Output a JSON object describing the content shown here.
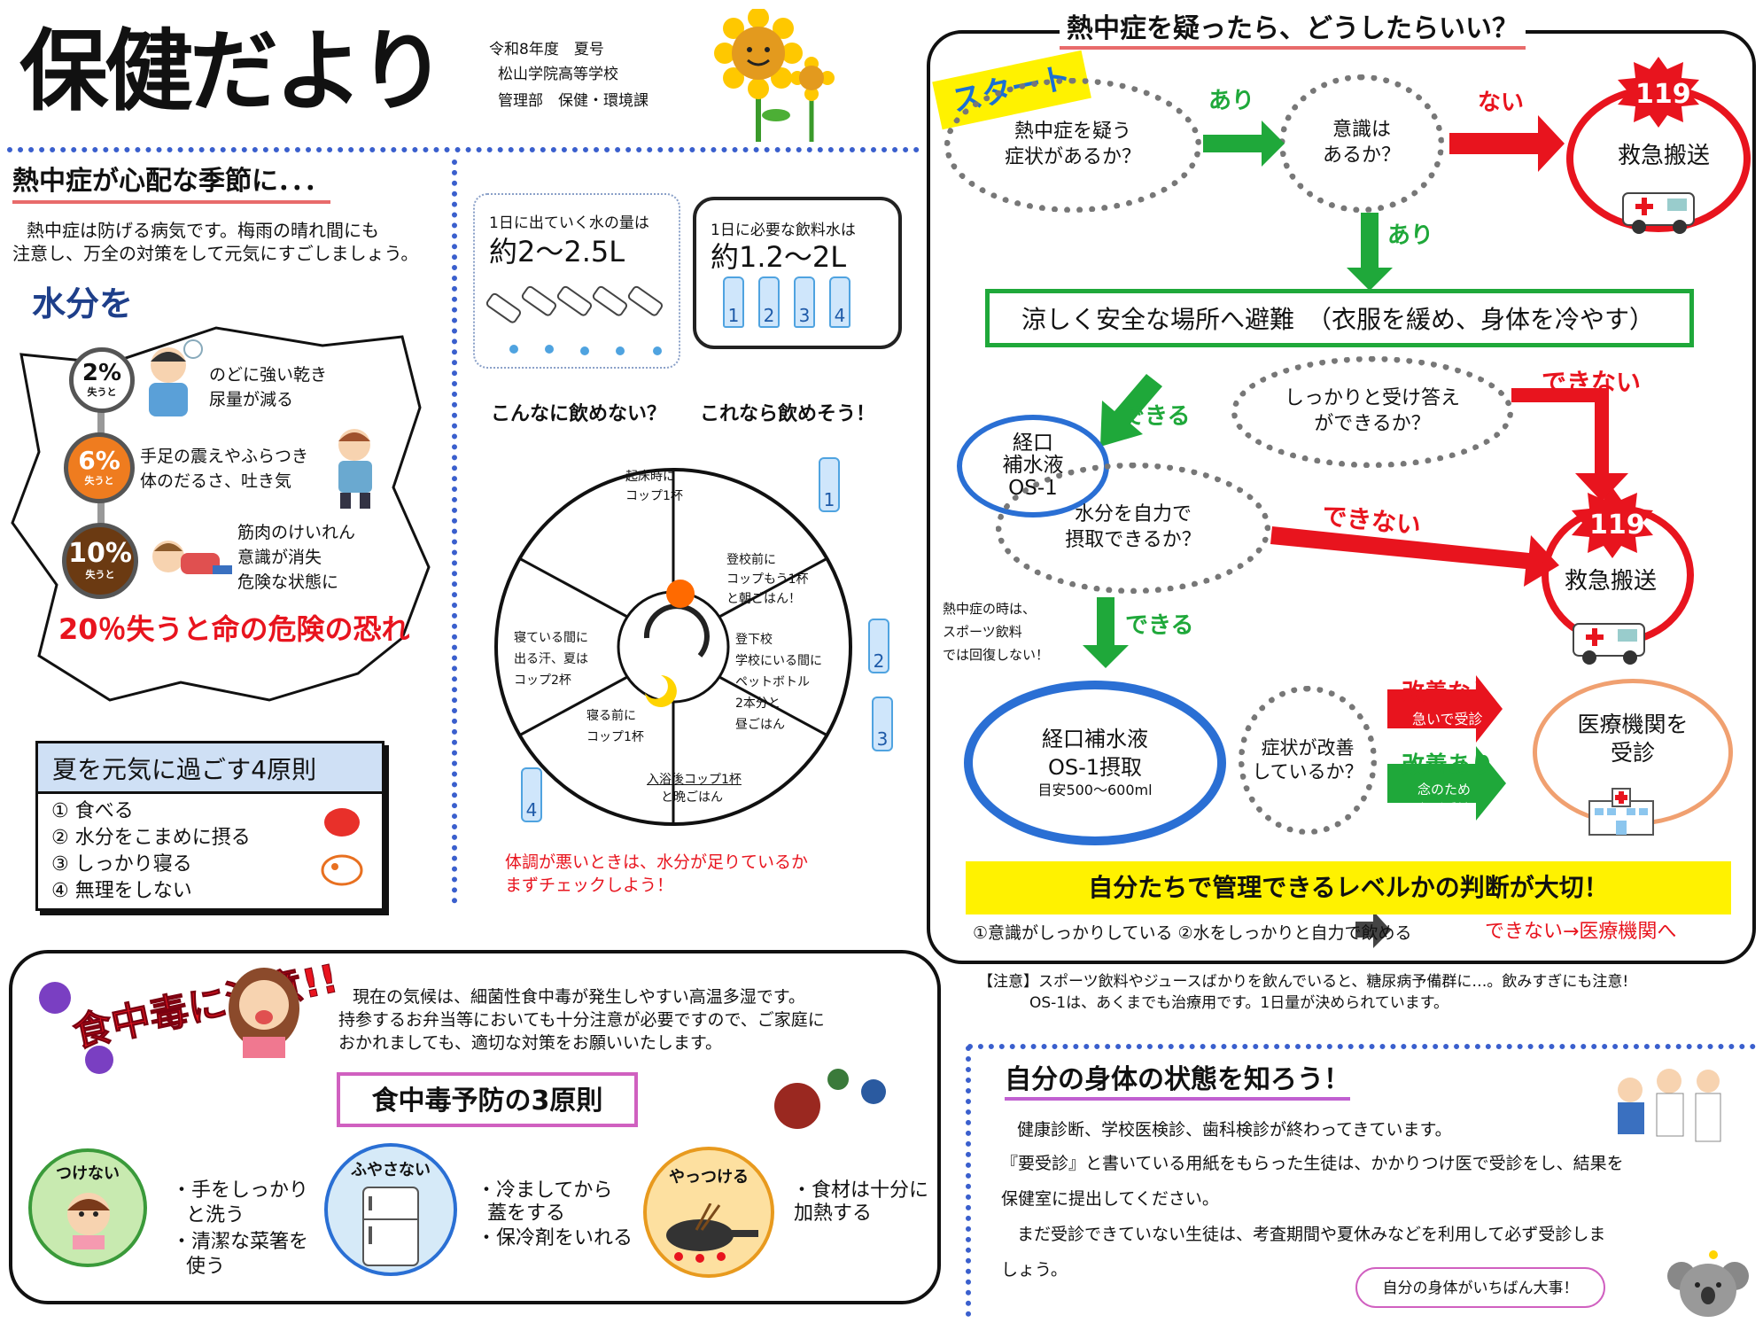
{
  "header": {
    "title": "保健だより",
    "line1": "令和8年度　夏号",
    "line2": "松山学院高等学校",
    "line3": "管理部　保健・環境課"
  },
  "heat": {
    "heading": "熱中症が心配な季節に．．．",
    "intro1": "熱中症は防げる病気です。梅雨の晴れ間にも",
    "intro2": "注意し、万全の対策をして元気にすごしましょう。",
    "water_heading": "水分を",
    "levels": [
      {
        "pct": "2%",
        "lose": "失うと",
        "l1": "のどに強い乾き",
        "l2": "尿量が減る"
      },
      {
        "pct": "6%",
        "lose": "失うと",
        "l1": "手足の震えやふらつき",
        "l2": "体のだるさ、吐き気"
      },
      {
        "pct": "10%",
        "lose": "失うと",
        "l1": "筋肉のけいれん",
        "l2": "意識が消失",
        "l3": "危険な状態に"
      }
    ],
    "danger": "20％失うと命の危険の恐れ",
    "rules_title": "夏を元気に過ごす4原則",
    "rules": [
      "① 食べる",
      "② 水分をこまめに摂る",
      "③ しっかり寝る",
      "④ 無理をしない"
    ]
  },
  "water": {
    "out_label": "1日に出ていく水の量は",
    "out_amount": "約2〜2.5L",
    "need_label": "1日に必要な飲料水は",
    "need_amount": "約1.2〜2L",
    "bottles": [
      "1",
      "2",
      "3",
      "4"
    ],
    "q1": "こんなに飲めない？",
    "q2": "これなら飲めそう！",
    "seg_wake": [
      "起床時に",
      "コップ1杯"
    ],
    "seg_school": [
      "登校前に",
      "コップもう1杯",
      "と朝ごはん！"
    ],
    "seg_leave": [
      "登下校",
      "学校にいる間に",
      "ペットボトル",
      "2本分と",
      "昼ごはん"
    ],
    "seg_bed": [
      "寝る前に",
      "コップ1杯"
    ],
    "seg_sleep": [
      "寝ている間に",
      "出る汗、夏は",
      "コップ2杯"
    ],
    "seg_bath": [
      "入浴後コップ1杯",
      "と晩ごはん"
    ],
    "warn1": "体調が悪いときは、水分が足りているか",
    "warn2": "まずチェックしよう！"
  },
  "flow": {
    "title": "熱中症を疑ったら、どうしたらいい？",
    "start": "スタート",
    "q1": [
      "熱中症を疑う",
      "症状があるか？"
    ],
    "yes1": "あり",
    "q2": [
      "意識は",
      "あるか？"
    ],
    "no1": "ない",
    "num119": "119",
    "transport": "救急搬送",
    "yes2": "あり",
    "evacuate": "涼しく安全な場所へ避難　（衣服を緩め、身体を冷やす）",
    "q3": [
      "しっかりと受け答え",
      "ができるか？"
    ],
    "can": "できる",
    "cannot": "できない",
    "os1": [
      "経口",
      "補水液",
      "OS-1"
    ],
    "q4": [
      "水分を自力で",
      "摂取できるか？"
    ],
    "note": [
      "熱中症の時は、",
      "スポーツ飲料",
      "では回復しない！"
    ],
    "can2": "できる",
    "intake": "経口補水液",
    "intake2": "OS-1摂取",
    "intake3": "目安500〜600ml",
    "q5": [
      "症状が改善",
      "しているか？"
    ],
    "noimp": "改善なし",
    "noimp_sub": "急いで受診",
    "imp": "改善あり",
    "imp_sub1": "念のため",
    "imp_sub2": "必ず受診",
    "hospital": [
      "医療機関を",
      "受診"
    ],
    "judge": "自分たちで管理できるレベルかの判断が大切！",
    "cond": "①意識がしっかりしている ②水をしっかりと自力で飲める",
    "cond_result": "できない→医療機関へ"
  },
  "caution": {
    "l1": "【注意】スポーツ飲料やジュースばかりを飲んでいると、糖尿病予備群に…。飲みすぎにも注意!",
    "l2": "OS-1は、あくまでも治療用です。1日量が決められています。"
  },
  "food": {
    "logo": "食中毒に注意!!",
    "p1": "現在の気候は、細菌性食中毒が発生しやすい高温多湿です。",
    "p2": "持参するお弁当等においても十分注意が必要ですので、ご家庭に",
    "p3": "おかれましても、適切な対策をお願いいたします。",
    "rules_title": "食中毒予防の3原則",
    "r1": "つけない",
    "r1a": "・手をしっかり",
    "r1b": "と洗う",
    "r1c": "・清潔な菜箸を",
    "r1d": "使う",
    "r2": "ふやさない",
    "r2a": "・冷ましてから",
    "r2b": "蓋をする",
    "r2c": "・保冷剤をいれる",
    "r3": "やっつける",
    "r3a": "・食材は十分に",
    "r3b": "加熱する"
  },
  "body": {
    "heading": "自分の身体の状態を知ろう！",
    "p1": "健康診断、学校医検診、歯科検診が終わってきています。",
    "p2": "『要受診』と書いている用紙をもらった生徒は、かかりつけ医で受診をし、結果を",
    "p3": "保健室に提出してください。",
    "p4": "まだ受診できていない生徒は、考査期間や夏休みなどを利用して必ず受診しま",
    "p5": "しょう。",
    "bubble": "自分の身体がいちばん大事！"
  },
  "colors": {
    "blue": "#3a5fcd",
    "red": "#e8141e",
    "green": "#1fa83a",
    "yellow": "#fff200",
    "orange": "#ff7a1a"
  }
}
